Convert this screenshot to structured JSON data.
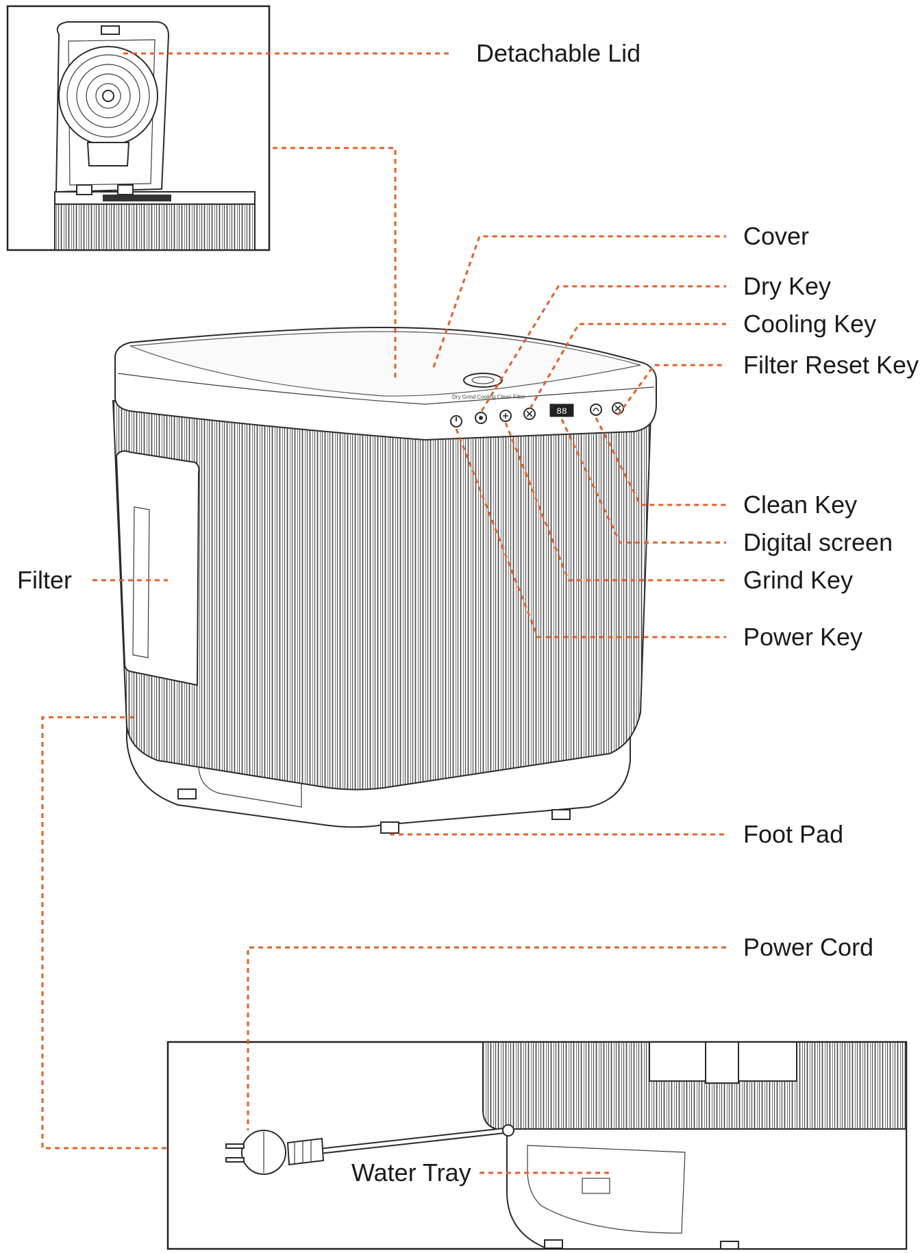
{
  "labels": {
    "detachable_lid": "Detachable Lid",
    "cover": "Cover",
    "dry_key": "Dry Key",
    "cooling_key": "Cooling Key",
    "filter_reset_key": "Filter Reset Key",
    "clean_key": "Clean Key",
    "digital_screen": "Digital screen",
    "grind_key": "Grind Key",
    "power_key": "Power Key",
    "filter": "Filter",
    "foot_pad": "Foot Pad",
    "power_cord": "Power Cord",
    "water_tray": "Water Tray"
  },
  "display_readout": "88",
  "colors": {
    "leader_line": "#e0602a",
    "drawing_ink": "#2a2a2a",
    "text": "#1a1a1a",
    "background": "#ffffff"
  }
}
